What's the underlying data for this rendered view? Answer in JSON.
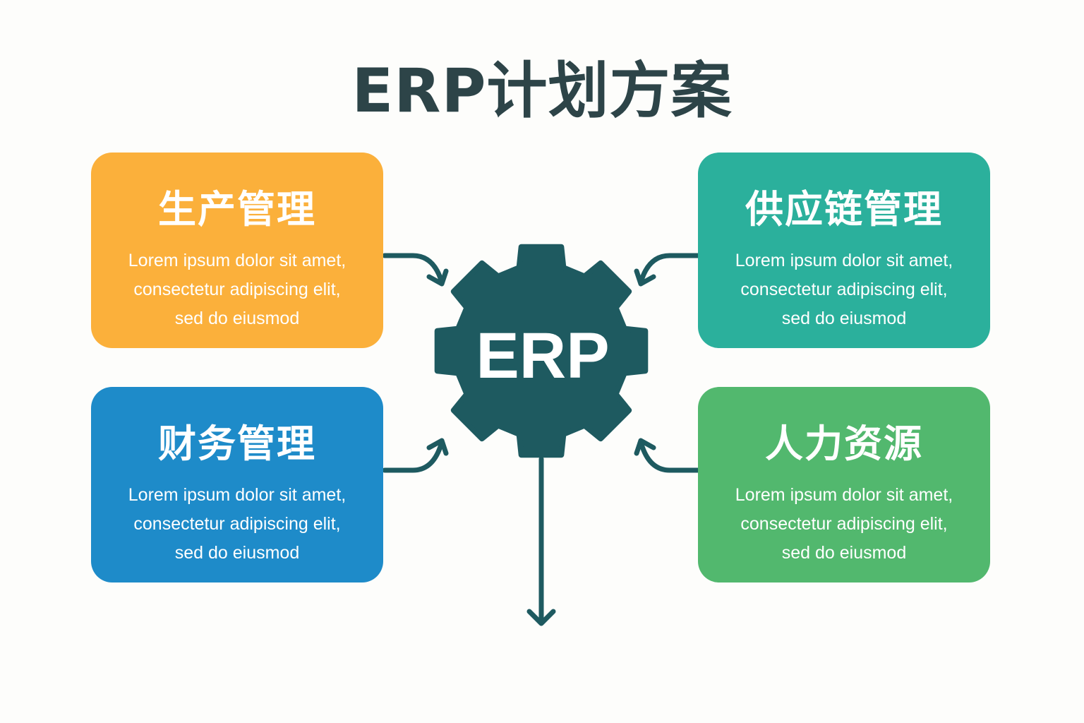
{
  "title": "ERP计划方案",
  "center_label": "ERP",
  "colors": {
    "gear": "#1e5a60",
    "orange": "#fbb03b",
    "teal": "#2bb09c",
    "blue": "#1e8bc9",
    "green": "#52b86e"
  },
  "modules": [
    {
      "title": "生产管理",
      "lines": [
        "Lorem ipsum dolor sit amet,",
        "consectetur adipiscing elit,",
        "sed do eiusmod"
      ]
    },
    {
      "title": "供应链管理",
      "lines": [
        "Lorem ipsum dolor sit amet,",
        "consectetur adipiscing elit,",
        "sed do eiusmod"
      ]
    },
    {
      "title": "财务管理",
      "lines": [
        "Lorem ipsum dolor sit amet,",
        "consectetur adipiscing elit,",
        "sed do eiusmod"
      ]
    },
    {
      "title": "人力资源",
      "lines": [
        "Lorem ipsum dolor sit amet,",
        "consectetur adipiscing elit,",
        "sed do eiusmod"
      ]
    }
  ]
}
